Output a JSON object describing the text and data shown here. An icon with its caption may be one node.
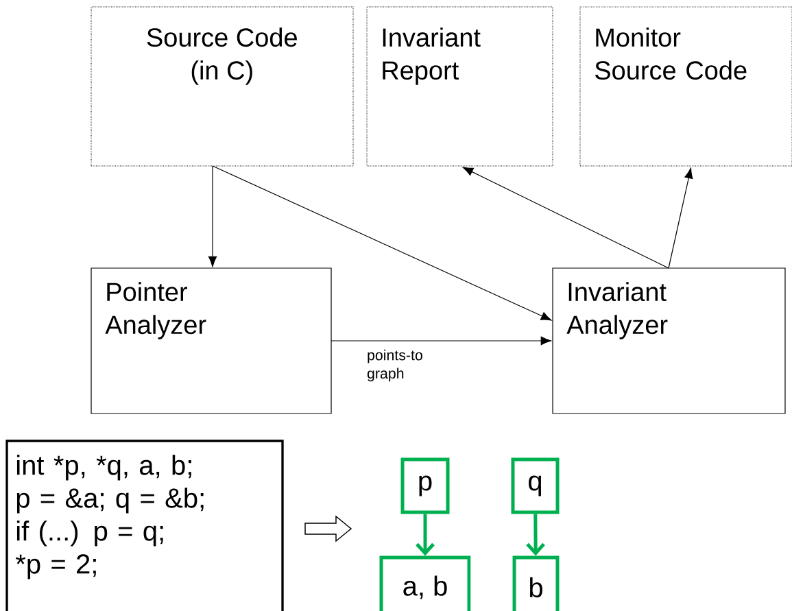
{
  "diagram": {
    "nodes": [
      {
        "text": [
          "Source Code (in C)"
        ]
      },
      {
        "text": [
          "Invariant Report"
        ]
      },
      {
        "text": [
          "Monitor Source Code"
        ]
      },
      {
        "text": [
          "Pointer Analyzer"
        ]
      },
      {
        "text": [
          "Invariant Analyzer"
        ]
      },
      {
        "text": [
          "int *p, *q, a, b;",
          "p = &a; q = &b;",
          "if (...) p = q;",
          "*p = 2;"
        ]
      },
      {
        "text": [
          "p"
        ]
      },
      {
        "text": [
          "q"
        ]
      },
      {
        "text": [
          "a, b"
        ]
      },
      {
        "text": [
          "b"
        ]
      }
    ],
    "edges": [
      {
        "from": 0,
        "to": 3,
        "arrow": "to"
      },
      {
        "from": 0,
        "to": 4,
        "arrow": "to"
      },
      {
        "from": 4,
        "to": 1,
        "arrow": "to"
      },
      {
        "from": 4,
        "to": 2,
        "arrow": "to"
      },
      {
        "from": 3,
        "to": 4,
        "arrow": "to",
        "label": "points-to graph"
      },
      {
        "from": 6,
        "to": 8,
        "arrow": "to",
        "style": "thick",
        "color": "#00b050"
      },
      {
        "from": 7,
        "to": 9,
        "arrow": "to",
        "style": "thick",
        "color": "#00b050"
      }
    ]
  }
}
